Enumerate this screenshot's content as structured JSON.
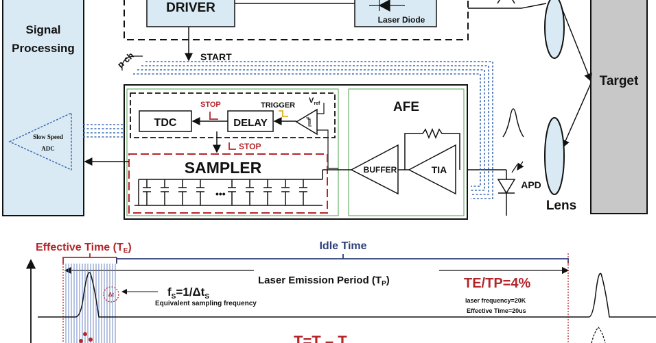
{
  "blocks": {
    "signal_processing": "Signal Processing",
    "signal_processing_l1": "Signal",
    "signal_processing_l2": "Processing",
    "driver": "DRIVER",
    "laser_diode": "Laser Diode",
    "target": "Target",
    "lens_bottom": "Lens",
    "apd": "APD",
    "afe": "AFE",
    "tdc": "TDC",
    "delay": "DELAY",
    "sampler": "SAMPLER",
    "buffer": "BUFFER",
    "tia": "TIA",
    "adc_l1": "Slow Speed",
    "adc_l2": "ADC"
  },
  "signals": {
    "start": "START",
    "stop_top": "STOP",
    "stop_mid": "STOP",
    "trigger": "TRIGGER",
    "vref": "V",
    "vref_sub": "ref",
    "n_ch": "n ch",
    "dots": "•••"
  },
  "timing": {
    "effective_time": "Effective Time (T",
    "effective_sub": "E",
    "idle_time": "Idle Time",
    "laser_period": "Laser Emission Period (T",
    "laser_period_sub": "P",
    "fs_formula": "f",
    "fs_sub": "S",
    "fs_rest": "=1/Δt",
    "fs_sub2": "S",
    "equiv_freq": "Equivalent sampling frequency",
    "te_tp": "TE/TP=4%",
    "laser_freq": "laser frequency=20K",
    "effective_value": "Effective Time=20us",
    "delta_ts": "Δt",
    "bottom_formula": "T=T",
    "bottom_formula_rest": " – T"
  },
  "colors": {
    "block_fill": "#d9eaf4",
    "target_fill": "#c8c8c8",
    "dotted_blue": "#3d6bb3",
    "red": "#b3262b",
    "navy": "#2c3e7a",
    "green": "#49a24a"
  }
}
